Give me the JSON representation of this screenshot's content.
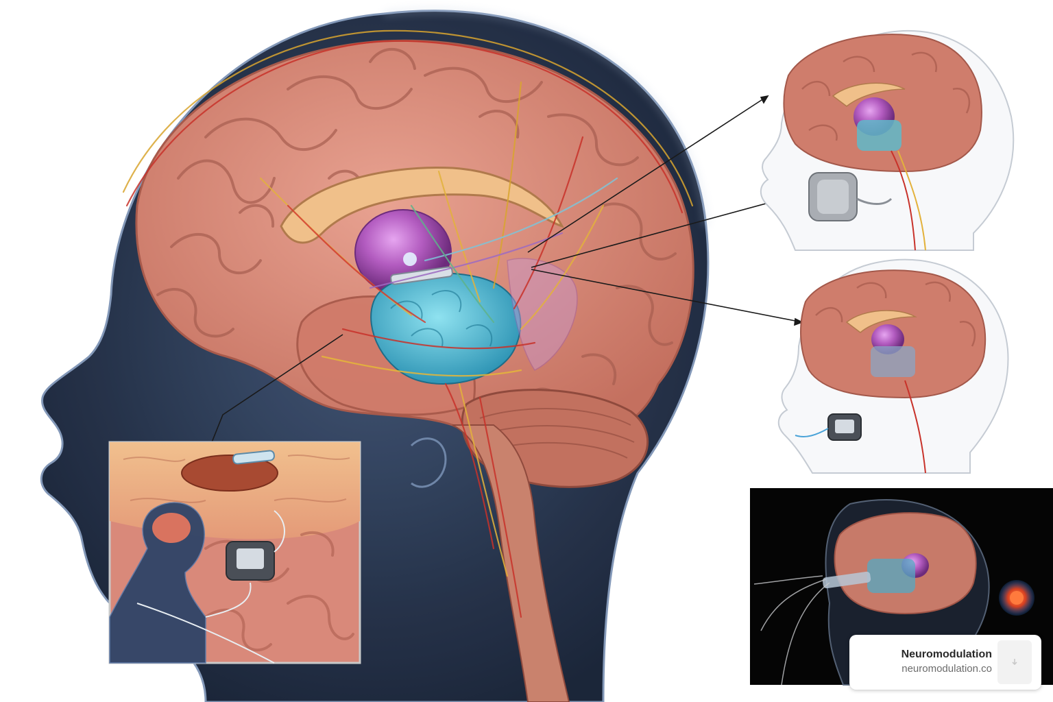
{
  "scene": {
    "description_icons": [
      "head-silhouette",
      "brain",
      "implant-device",
      "pointer-line"
    ],
    "colors": {
      "background": "#ffffff",
      "head": "#2b3a55",
      "brain": "#d9887a",
      "thalamus": "#a94fb0",
      "implant_region": "#4fb3c8",
      "nerves_red": "#c8322a",
      "nerves_yellow": "#e4b53a",
      "inset_dark": "#050505"
    }
  },
  "watermark": {
    "title": "Neuromodulation",
    "url": "neuromodulation.co",
    "logo_icon": "brand-logo-icon"
  }
}
